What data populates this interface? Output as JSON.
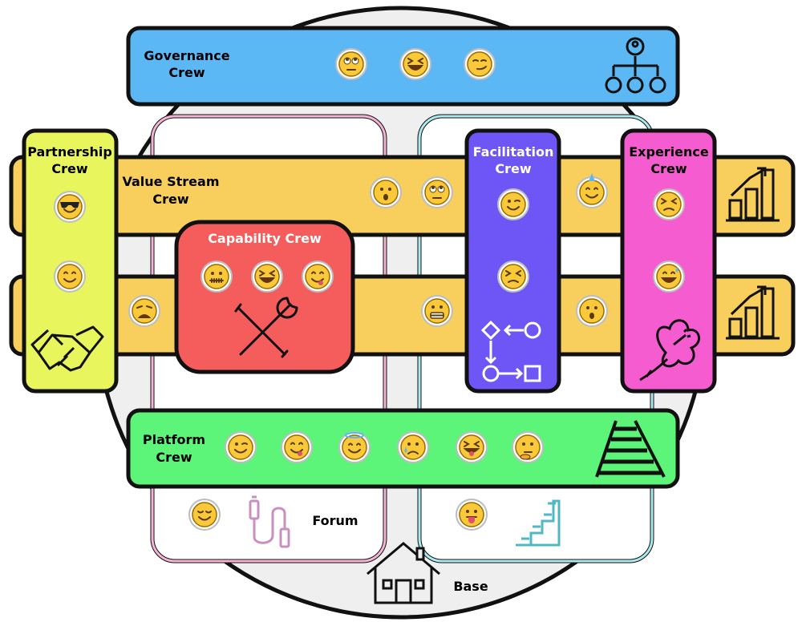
{
  "crews": {
    "governance": {
      "line1": "Governance",
      "line2": "Crew",
      "color": "#5bb8f5"
    },
    "partnership": {
      "line1": "Partnership",
      "line2": "Crew",
      "color": "#e9f55c"
    },
    "value_stream": {
      "line1": "Value Stream",
      "line2": "Crew",
      "color": "#f8cf5c"
    },
    "capability": {
      "line1": "Capability Crew",
      "color": "#f55c5c"
    },
    "facilitation": {
      "line1": "Facilitation",
      "line2": "Crew",
      "color": "#6e55f5"
    },
    "experience": {
      "line1": "Experience",
      "line2": "Crew",
      "color": "#f55ccf"
    },
    "platform": {
      "line1": "Platform",
      "line2": "Crew",
      "color": "#5cf57a"
    }
  },
  "forum": {
    "label": "Forum",
    "color": "#f5b3d6"
  },
  "base": {
    "label": "Base"
  },
  "right_base_color": "#a9e9f0",
  "icons": {
    "governance": "org-chart-icon",
    "partnership": "handshake-icon",
    "value_stream": "bar-chart-growth-icon",
    "capability": "wrench-screwdriver-icon",
    "facilitation": "flow-diagram-icon",
    "experience": "hibiscus-flower-icon",
    "platform": "railway-track-icon",
    "forum": "usb-cable-icon",
    "right_base": "stairs-icon",
    "base": "house-icon"
  },
  "emoji": {
    "governance": [
      "eye-roll",
      "squint-laugh",
      "smirk"
    ],
    "partnership": [
      "sunglasses",
      "smile"
    ],
    "value_stream_top": [
      "surprised",
      "eye-roll",
      "party"
    ],
    "value_stream_bottom": [
      "weary",
      "grimace",
      "surprised"
    ],
    "capability": [
      "zipper-mouth",
      "squint-laugh",
      "yum"
    ],
    "facilitation": [
      "wink",
      "persevere"
    ],
    "experience": [
      "persevere",
      "sweat-smile"
    ],
    "platform": [
      "wink",
      "yum",
      "halo",
      "sad-tear",
      "tongue-squint",
      "thinking"
    ],
    "forum": [
      "relieved"
    ],
    "right_base": [
      "tongue"
    ]
  }
}
